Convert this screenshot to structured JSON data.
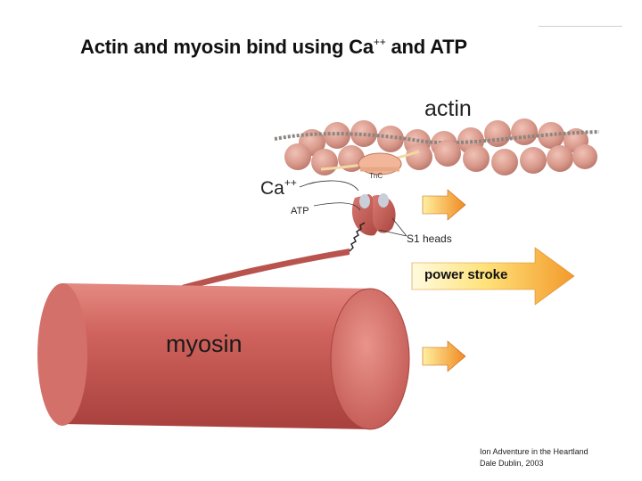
{
  "title": {
    "main": "Actin and myosin bind using Ca",
    "superscript": "++",
    "tail": " and ATP"
  },
  "labels": {
    "actin": "actin",
    "ca": "Ca",
    "ca_superscript": "++",
    "atp": "ATP",
    "s1_heads": "S1 heads",
    "tnc": "TnC",
    "myosin": "myosin",
    "power_stroke": "power stroke"
  },
  "credit": {
    "line1": "Ion Adventure in the Heartland",
    "line2": "Dale Dublin, 2003"
  },
  "colors": {
    "actin_bead": "#d99a8c",
    "myosin_body": "#c85a55",
    "arrow_orange": "#f39a2b",
    "arrow_yellow": "#fff4b0"
  }
}
